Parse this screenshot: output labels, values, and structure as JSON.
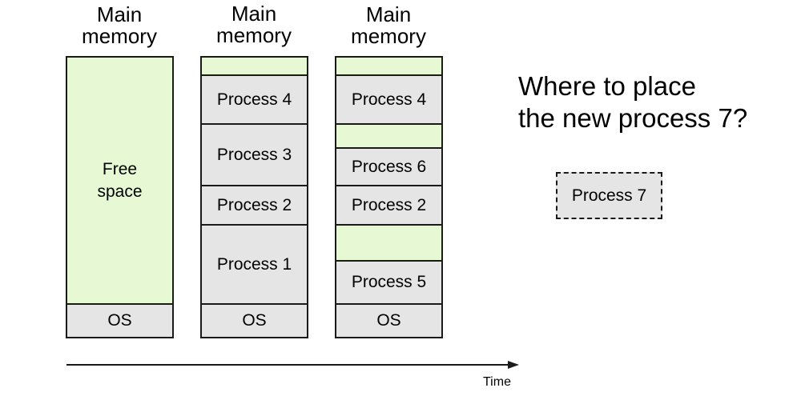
{
  "columns": [
    {
      "title_line1": "Main",
      "title_line2": "memory",
      "segments": [
        {
          "label": "Free space",
          "kind": "free"
        },
        {
          "label": "OS",
          "kind": "process"
        }
      ]
    },
    {
      "title_line1": "Main",
      "title_line2": "memory",
      "segments": [
        {
          "label": "",
          "kind": "free"
        },
        {
          "label": "Process 4",
          "kind": "process"
        },
        {
          "label": "Process 3",
          "kind": "process"
        },
        {
          "label": "Process 2",
          "kind": "process"
        },
        {
          "label": "Process 1",
          "kind": "process"
        },
        {
          "label": "OS",
          "kind": "process"
        }
      ]
    },
    {
      "title_line1": "Main",
      "title_line2": "memory",
      "segments": [
        {
          "label": "",
          "kind": "free"
        },
        {
          "label": "Process 4",
          "kind": "process"
        },
        {
          "label": "",
          "kind": "free"
        },
        {
          "label": "Process 6",
          "kind": "process"
        },
        {
          "label": "Process 2",
          "kind": "process"
        },
        {
          "label": "",
          "kind": "free"
        },
        {
          "label": "Process 5",
          "kind": "process"
        },
        {
          "label": "OS",
          "kind": "process"
        }
      ]
    }
  ],
  "question_line1": "Where to place",
  "question_line2": "the new process 7?",
  "new_process_label": "Process 7",
  "time_label": "Time",
  "colors": {
    "free_space": "#e6f8d4",
    "process": "#e5e5e5",
    "border": "#1a1a1a"
  }
}
